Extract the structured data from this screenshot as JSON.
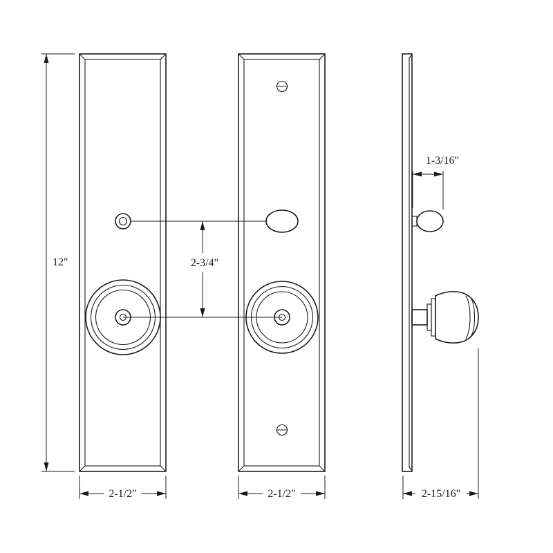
{
  "colors": {
    "ink": "#1a1a1a",
    "paper": "#ffffff"
  },
  "labels": {
    "plate_height": "12\"",
    "interior_plate_width": "2-1/2\"",
    "exterior_plate_width": "2-1/2\"",
    "bore_spacing": "2-3/4\"",
    "thumbturn_projection": "1-3/16\"",
    "overall_projection": "2-15/16\""
  }
}
